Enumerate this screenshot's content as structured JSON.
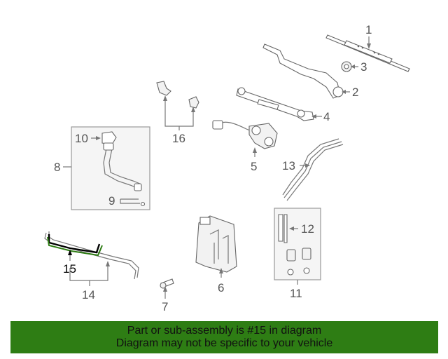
{
  "diagram": {
    "callouts": {
      "c1": "1",
      "c2": "2",
      "c3": "3",
      "c4": "4",
      "c5": "5",
      "c6": "6",
      "c7": "7",
      "c8": "8",
      "c9": "9",
      "c10": "10",
      "c11": "11",
      "c12": "12",
      "c13": "13",
      "c14": "14",
      "c15": "15",
      "c16": "16"
    },
    "highlighted_part": "15",
    "colors": {
      "highlight": "#000000",
      "line": "#777777",
      "box": "#f5f5f5"
    }
  },
  "footer": {
    "line1": "Part or sub-assembly is #15 in diagram",
    "line2": "Diagram may not be specific to your vehicle",
    "background": "#2e7d14"
  }
}
